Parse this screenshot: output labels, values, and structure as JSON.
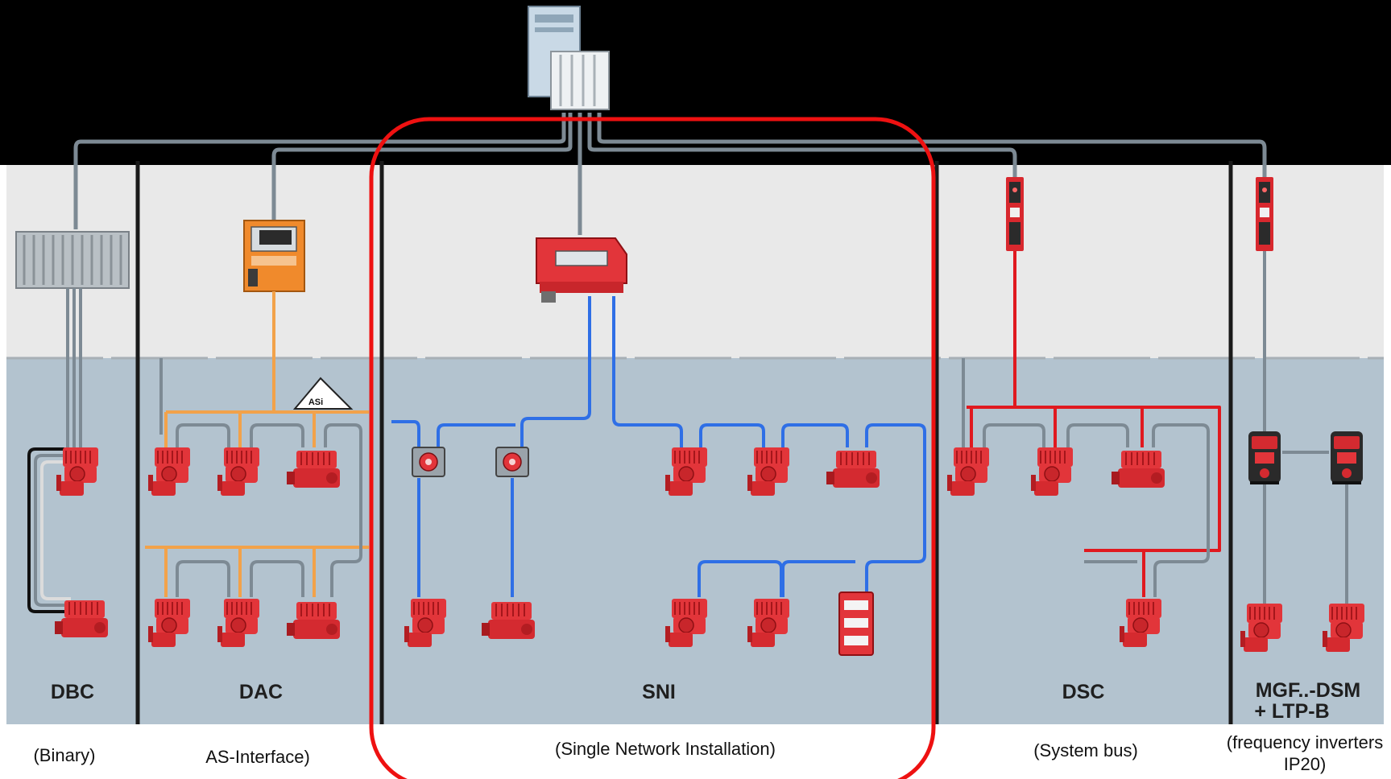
{
  "colors": {
    "controller_band": "#000000",
    "upper_band": "#e9e9e9",
    "lower_band": "#b3c3cf",
    "divider": "#1a1a1a",
    "cable_grey": "#7d8a94",
    "cable_blue": "#2f6fe6",
    "cable_orange": "#f2a24a",
    "cable_red": "#e0191f",
    "device_red": "#e2353a",
    "highlight": "#ee1111"
  },
  "columns": [
    {
      "id": "dbc",
      "title": "DBC",
      "caption": "(Binary)"
    },
    {
      "id": "dac",
      "title": "DAC",
      "caption": "AS-Interface)"
    },
    {
      "id": "sni",
      "title": "SNI",
      "caption": "(Single Network Installation)"
    },
    {
      "id": "dsc",
      "title": "DSC",
      "caption": "(System bus)"
    },
    {
      "id": "mgf",
      "title_line1": "MGF..-DSM",
      "title_line2": "+ LTP-B",
      "caption_line1": "(frequency inverters",
      "caption_line2": "IP20)"
    }
  ],
  "asi_logo_text": "ASi",
  "icons": {
    "controller": "plc-controller-icon",
    "io_rack": "io-rack-icon",
    "asi_gateway": "asi-gateway-icon",
    "sni_controller": "sni-controller-icon",
    "bus_module": "bus-interface-module-icon",
    "motor": "gear-motor-icon",
    "inverter": "frequency-inverter-icon"
  }
}
